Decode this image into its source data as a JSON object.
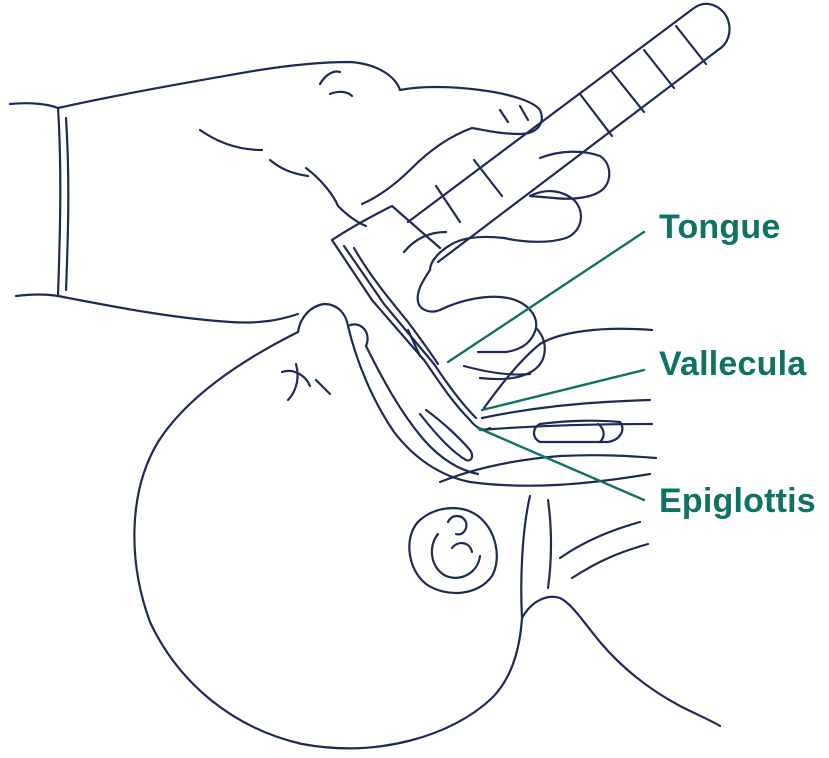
{
  "colors": {
    "line_art": "#1e2b57",
    "leader_lines": "#0f7363",
    "label_text": "#0f7363",
    "background": "#ffffff"
  },
  "labels": {
    "tongue": "Tongue",
    "vallecula": "Vallecula",
    "epiglottis": "Epiglottis"
  },
  "illustration": {
    "subject": "gloved hand holding laryngoscope inserted into infant airway"
  }
}
